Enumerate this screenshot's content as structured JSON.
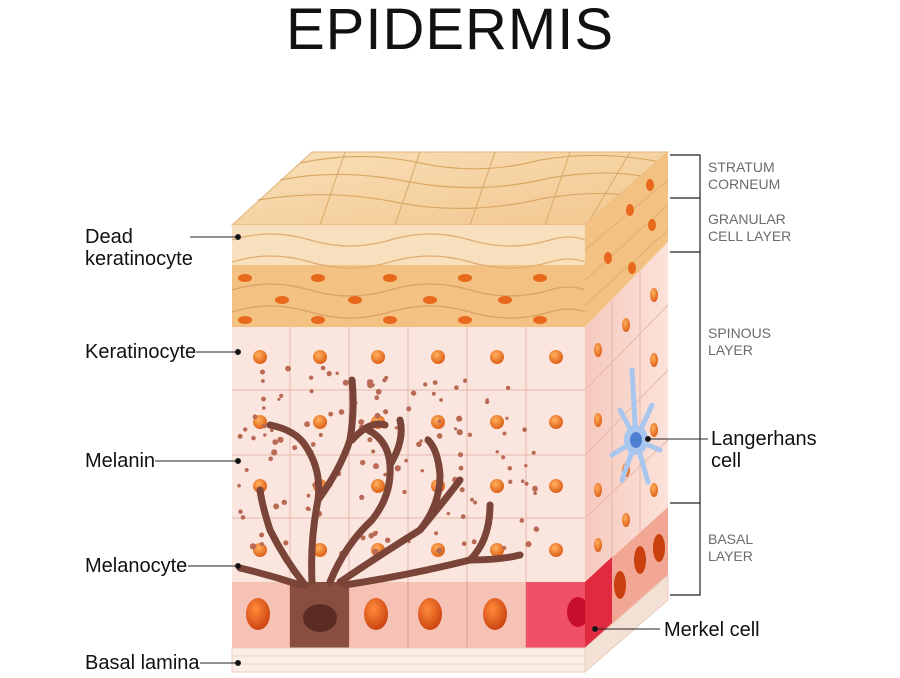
{
  "title": "EPIDERMIS",
  "left_labels": {
    "dead_keratinocyte_1": "Dead",
    "dead_keratinocyte_2": "keratinocyte",
    "keratinocyte": "Keratinocyte",
    "melanin": "Melanin",
    "melanocyte": "Melanocyte",
    "basal_lamina": "Basal lamina"
  },
  "right_labels": {
    "langerhans_1": "Langerhans",
    "langerhans_2": "cell",
    "merkel": "Merkel cell"
  },
  "layers": {
    "stratum_corneum_1": "STRATUM",
    "stratum_corneum_2": "CORNEUM",
    "granular_1": "GRANULAR",
    "granular_2": "CELL LAYER",
    "spinous_1": "SPINOUS",
    "spinous_2": "LAYER",
    "basal_1": "BASAL",
    "basal_2": "LAYER"
  },
  "colors": {
    "corneum": "#f6d5a6",
    "granular": "#f3c283",
    "spinous": "#fbe6df",
    "basal": "#f6c2b5",
    "nucleus": "#e8681c",
    "melanocyte": "#7a4438",
    "langerhans": "#a9c6ee",
    "merkel": "#f0506a"
  }
}
